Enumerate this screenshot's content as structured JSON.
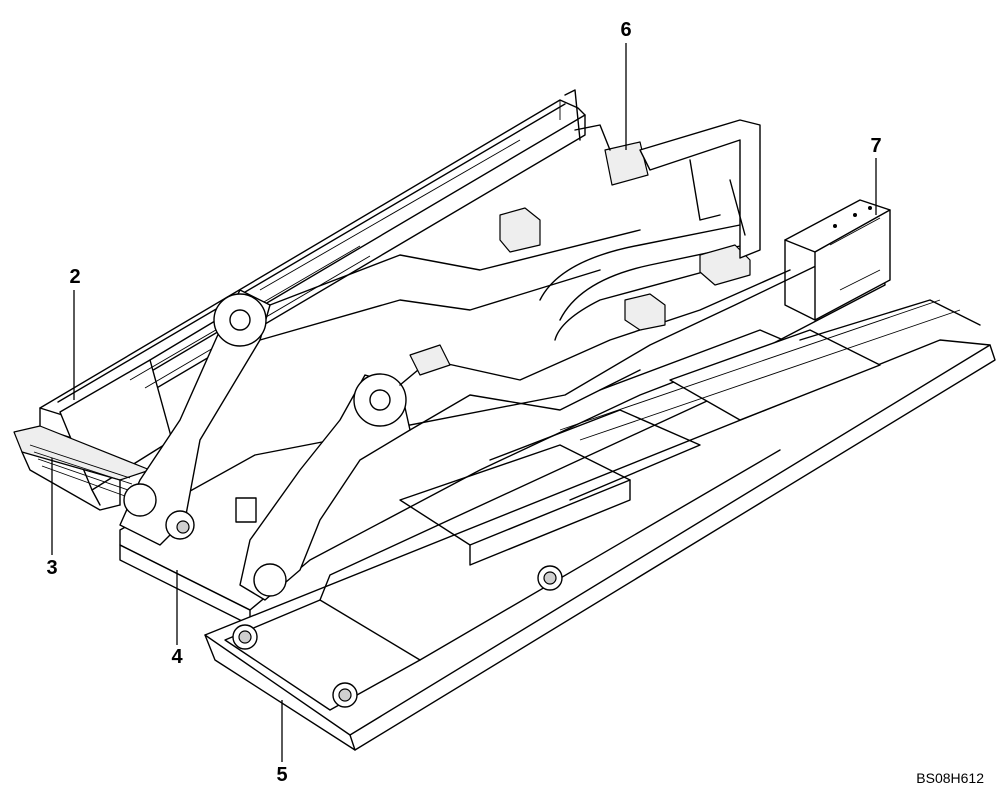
{
  "diagram": {
    "callouts": [
      {
        "id": "c2",
        "label": "2"
      },
      {
        "id": "c3",
        "label": "3"
      },
      {
        "id": "c4",
        "label": "4"
      },
      {
        "id": "c5",
        "label": "5"
      },
      {
        "id": "c6",
        "label": "6"
      },
      {
        "id": "c7",
        "label": "7"
      }
    ],
    "drawing_code": "BS08H612"
  }
}
